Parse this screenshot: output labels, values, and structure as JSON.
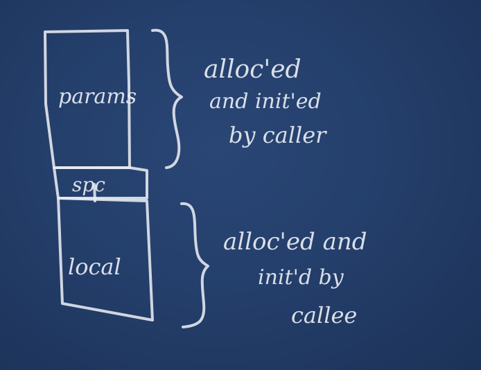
{
  "stack": {
    "params_label": "params",
    "spc_label": "spc",
    "local_label": "local"
  },
  "annotations": {
    "caller_line1": "alloc'ed",
    "caller_line2": "and init'ed",
    "caller_line3": "by caller",
    "callee_line1": "alloc'ed and",
    "callee_line2": "init'd by",
    "callee_line3": "callee"
  },
  "colors": {
    "board": "#243f6b",
    "chalk": "#e8ecf2"
  }
}
